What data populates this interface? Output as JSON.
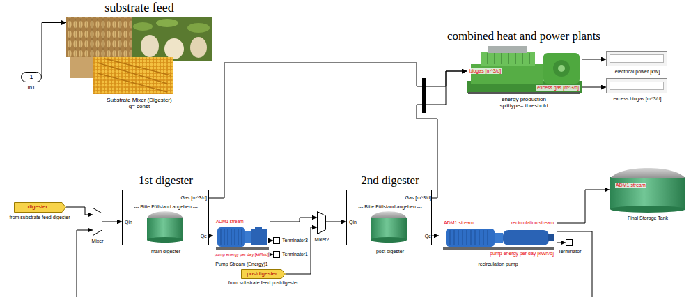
{
  "diagram": {
    "nodes": [
      {
        "text": [
          "1",
          "In1"
        ]
      },
      {
        "text": [
          "substrate feed",
          "Substrate Mixer (Digester) q= const"
        ]
      },
      {
        "text": [
          "combined heat and power plants",
          "biogas [m^3/d]",
          "excess gas [m^3/d]",
          "energy production splittype= threshold"
        ]
      },
      {
        "text": [
          "electrical power [kW]"
        ]
      },
      {
        "text": [
          "excess biogas [m^3/d]"
        ]
      },
      {
        "text": [
          "digester",
          "from substrate feed digester"
        ]
      },
      {
        "text": [
          "Mixer"
        ]
      },
      {
        "text": [
          "1st digester",
          "--- Bitte Füllstand angeben ---",
          "Gas [m^3/d]",
          "Qin",
          "Qe",
          "main digester"
        ]
      },
      {
        "text": [
          "ADM1 stream",
          "pump energy per day [kWh/d]",
          "Pump Stream (Energy)1"
        ]
      },
      {
        "text": [
          "Terminator3"
        ]
      },
      {
        "text": [
          "Terminator1"
        ]
      },
      {
        "text": [
          "Mixer2"
        ]
      },
      {
        "text": [
          "postdigester",
          "from substrate feed postdigester"
        ]
      },
      {
        "text": [
          "2nd digester",
          "--- Bitte Füllstand angeben ---",
          "Gas [m^3/d]",
          "Qin",
          "Qe",
          "post digester"
        ]
      },
      {
        "text": [
          "ADM1 stream",
          "recirculation stream",
          "pump energy per day [kWh/d]",
          "recirculation pump"
        ]
      },
      {
        "text": [
          "Terminator"
        ]
      },
      {
        "text": [
          "ADM1 stream",
          "Final Storage Tank"
        ]
      }
    ],
    "edges": [
      {
        "from": 0,
        "to": 1,
        "arrow": "to"
      },
      {
        "from": 7,
        "to": 2,
        "arrow": "to"
      },
      {
        "from": 13,
        "to": 2,
        "arrow": "to"
      },
      {
        "from": 2,
        "to": 3,
        "arrow": "to"
      },
      {
        "from": 2,
        "to": 4,
        "arrow": "to"
      },
      {
        "from": 5,
        "to": 6,
        "arrow": "to"
      },
      {
        "from": 6,
        "to": 7,
        "arrow": "to"
      },
      {
        "from": 7,
        "to": 8,
        "arrow": "to"
      },
      {
        "from": 8,
        "to": 9,
        "arrow": "to"
      },
      {
        "from": 8,
        "to": 10,
        "arrow": "to"
      },
      {
        "from": 8,
        "to": 11,
        "arrow": "to"
      },
      {
        "from": 12,
        "to": 11,
        "arrow": "to"
      },
      {
        "from": 11,
        "to": 13,
        "arrow": "to"
      },
      {
        "from": 13,
        "to": 14,
        "arrow": "to"
      },
      {
        "from": 14,
        "to": 16,
        "arrow": "to"
      },
      {
        "from": 14,
        "to": 15,
        "arrow": "to"
      },
      {
        "from": 14,
        "to": 6,
        "arrow": "to"
      }
    ]
  }
}
